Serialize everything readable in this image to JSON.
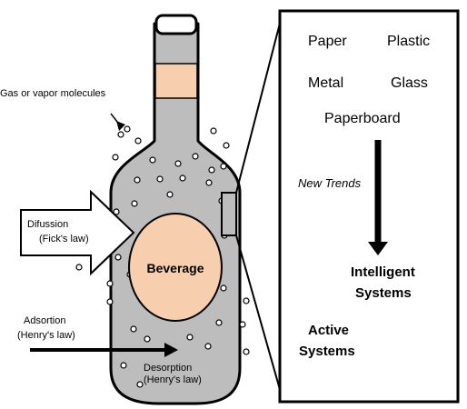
{
  "labels": {
    "gas_molecules": "Gas or vapor molecules",
    "difussion": "Difussion",
    "ficks_law": "(Fick's law)",
    "beverage": "Beverage",
    "adsortion": "Adsortion",
    "henrys_law_adsortion": "(Henry's law)",
    "desorption": "Desorption",
    "henrys_law_desorption": "(Henry's law)"
  },
  "materials": {
    "paper": "Paper",
    "plastic": "Plastic",
    "metal": "Metal",
    "glass": "Glass",
    "paperboard": "Paperboard"
  },
  "trends": {
    "new_trends": "New Trends",
    "intelligent_line1": "Intelligent",
    "intelligent_line2": "Systems",
    "active_line1": "Active",
    "active_line2": "Systems"
  },
  "colors": {
    "bottle_fill": "#bdbdbd",
    "label_band": "#f8cfae",
    "beverage_fill": "#f8cfae",
    "outline": "#000000",
    "bubble_fill": "#ffffff"
  }
}
